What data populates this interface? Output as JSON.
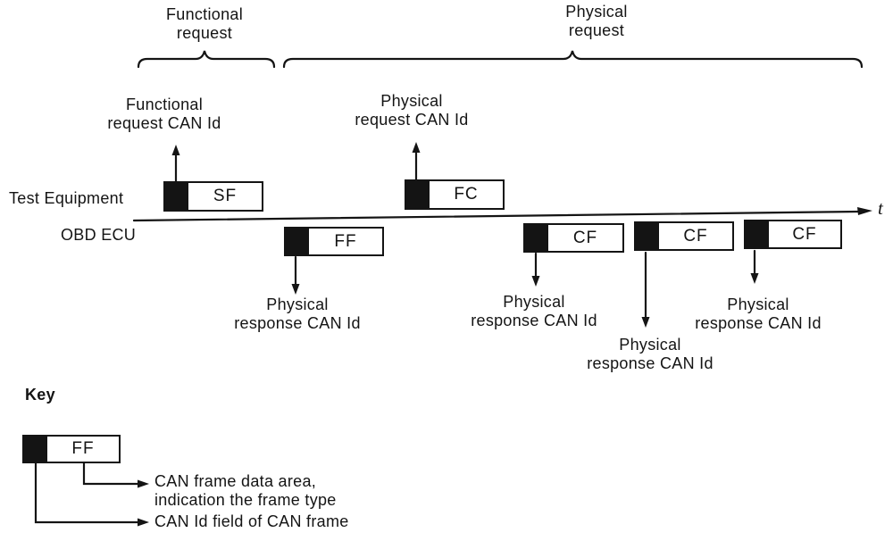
{
  "figure": {
    "braces": {
      "functional": "Functional\nrequest",
      "physical": "Physical\nrequest"
    },
    "annotations": {
      "functional_request_can_id": "Functional\nrequest CAN Id",
      "physical_request_can_id": "Physical\nrequest CAN Id"
    },
    "lanes": {
      "test_equipment": "Test Equipment",
      "obd_ecu": "OBD ECU"
    },
    "timeline": {
      "axis_label": "t"
    },
    "frames": {
      "sf": "SF",
      "fc": "FC",
      "ff": "FF",
      "cf1": "CF",
      "cf2": "CF",
      "cf3": "CF"
    },
    "responses": {
      "r1": "Physical\nresponse CAN Id",
      "r2": "Physical\nresponse CAN Id",
      "r3": "Physical\nresponse CAN Id",
      "r4": "Physical\nresponse CAN Id"
    },
    "key": {
      "title": "Key",
      "frame_label": "FF",
      "data_area_note": "CAN frame data area,\nindication the frame type",
      "can_id_note": "CAN Id field of CAN frame"
    },
    "colors": {
      "ink": "#141414",
      "background": "#ffffff"
    }
  }
}
